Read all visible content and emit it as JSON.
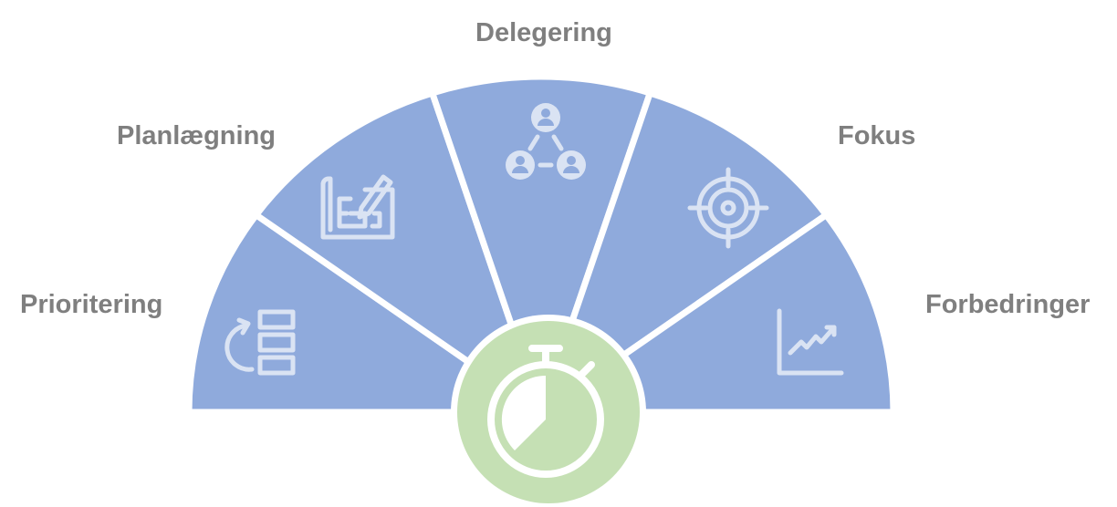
{
  "title_hidden": null,
  "colors": {
    "segment": "#8faadc",
    "icon": "#dae3f3",
    "center": "#c5e0b4",
    "label": "#7f7f7f"
  },
  "segments": [
    {
      "label": "Prioritering",
      "icon": "prioritize-list-icon"
    },
    {
      "label": "Planlægning",
      "icon": "blueprint-pencil-icon"
    },
    {
      "label": "Delegering",
      "icon": "people-network-icon"
    },
    {
      "label": "Fokus",
      "icon": "target-crosshair-icon"
    },
    {
      "label": "Forbedringer",
      "icon": "growth-chart-icon"
    }
  ],
  "center_icon": "stopwatch-icon"
}
